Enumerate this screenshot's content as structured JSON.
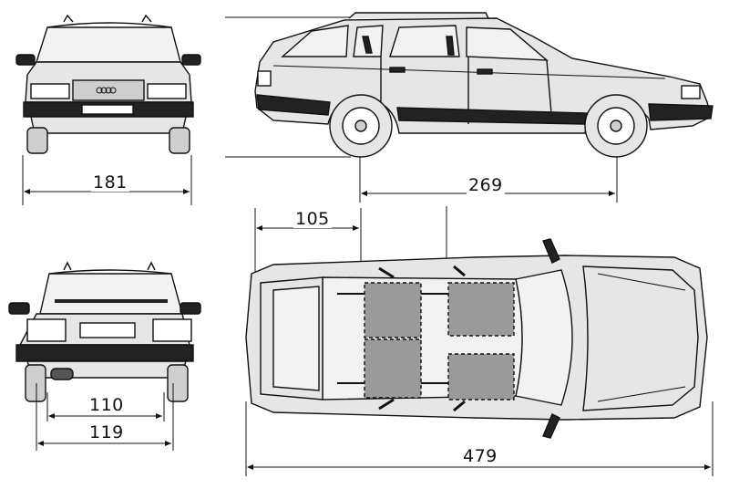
{
  "dimensions": {
    "width_front": "181",
    "wheelbase": "269",
    "front_overhang": "105",
    "track_rear": "110",
    "width_rear": "119",
    "length": "479"
  },
  "colors": {
    "body_fill": "#e6e6e6",
    "line": "#111111",
    "bumper": "#222222",
    "seat_fill": "#9a9a9a",
    "glass": "#f2f2f2"
  }
}
